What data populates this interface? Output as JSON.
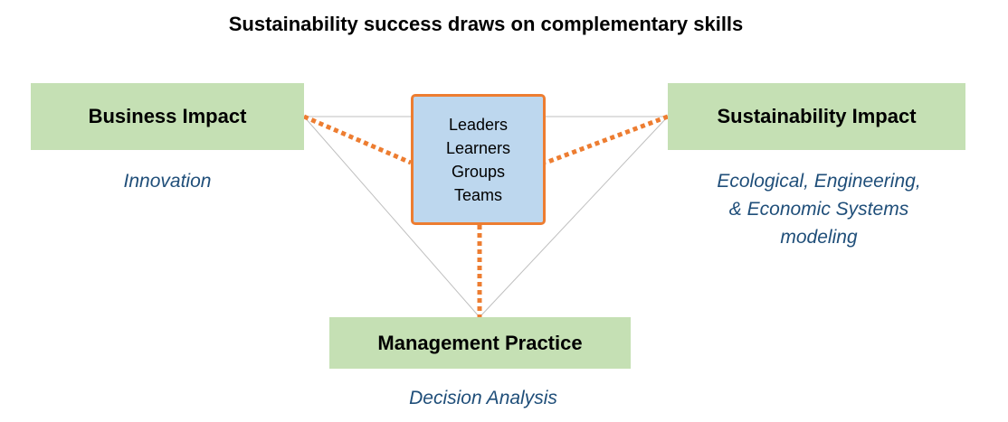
{
  "title": "Sustainability success draws on complementary skills",
  "business": {
    "label": "Business Impact",
    "subtitle": "Innovation"
  },
  "sustainability": {
    "label": "Sustainability Impact",
    "subtitle_lines": [
      "Ecological, Engineering,",
      "& Economic Systems",
      "modeling"
    ]
  },
  "management": {
    "label": "Management Practice",
    "subtitle": "Decision Analysis"
  },
  "center": {
    "lines": [
      "Leaders",
      "Learners",
      "Groups",
      "Teams"
    ]
  },
  "colors": {
    "green_box": "#c5e0b4",
    "center_fill": "#bdd7ee",
    "center_border": "#ed7d31",
    "dotted_connector": "#ed7d31",
    "triangle_line": "#bfbfbf",
    "subtitle_text": "#1f4e79"
  }
}
